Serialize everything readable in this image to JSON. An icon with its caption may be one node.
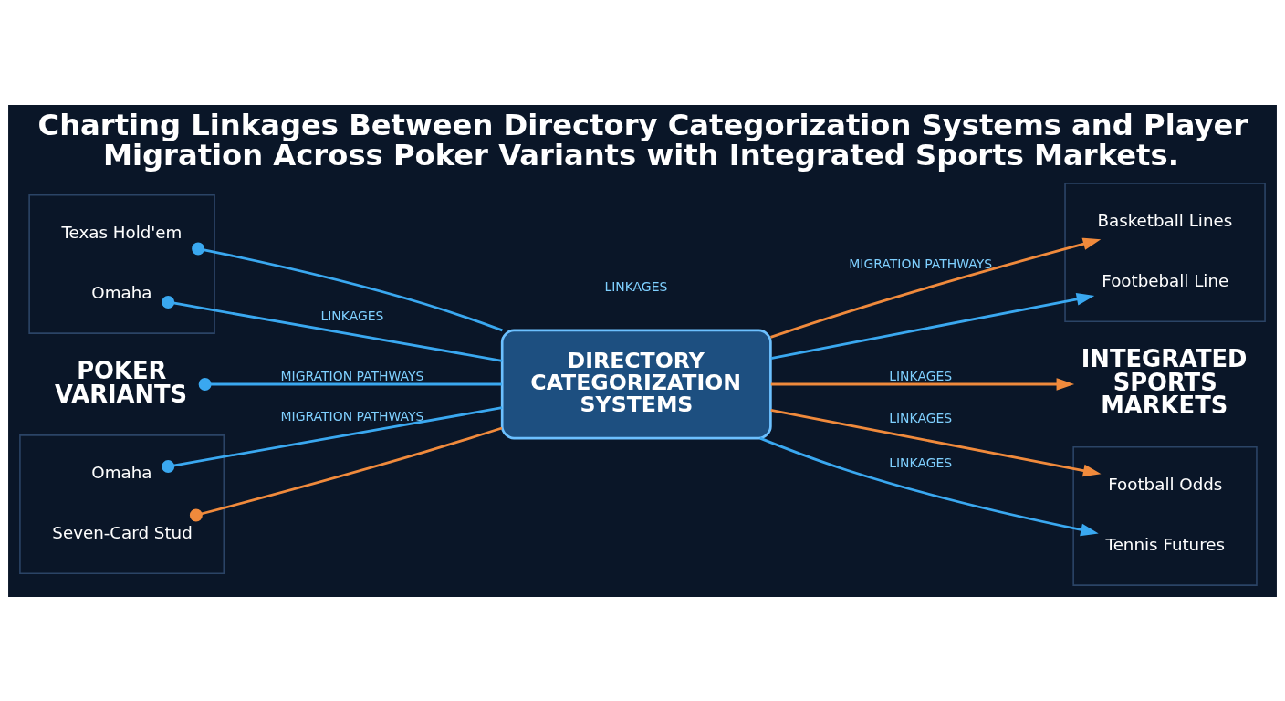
{
  "diagram": {
    "title": "Charting Linkages Between Directory Categorization Systems and Player Migration Across Poker Variants with Integrated Sports Markets.",
    "nodes": [
      {
        "text": [],
        "shape": "box"
      },
      {
        "text": [
          "Texas Hold'em"
        ],
        "in": 0
      },
      {
        "text": [
          "Omaha"
        ],
        "in": 0
      },
      {
        "text": [
          "POKER VARIANTS"
        ]
      },
      {
        "text": [],
        "shape": "box"
      },
      {
        "text": [
          "Omaha"
        ],
        "in": 4
      },
      {
        "text": [
          "Seven-Card Stud"
        ],
        "in": 4
      },
      {
        "text": [
          "DIRECTORY CATEGORIZATION SYSTEMS"
        ]
      },
      {
        "text": [],
        "shape": "box"
      },
      {
        "text": [
          "Basketball Lines"
        ],
        "in": 8
      },
      {
        "text": [
          "Footbeball Line"
        ],
        "in": 8
      },
      {
        "text": [
          "INTEGRATED SPORTS MARKETS"
        ]
      },
      {
        "text": [],
        "shape": "box"
      },
      {
        "text": [
          "Football Odds"
        ],
        "in": 12
      },
      {
        "text": [
          "Tennis Futures"
        ],
        "in": 12
      }
    ],
    "edges": [
      {
        "from": 1,
        "to": 7,
        "arrow": "other"
      },
      {
        "from": 2,
        "to": 7,
        "arrow": "other",
        "label": "LINKAGES"
      },
      {
        "from": 3,
        "to": 7,
        "arrow": "other",
        "label": "MIGRATION PATHWAYS"
      },
      {
        "from": 5,
        "to": 7,
        "arrow": "other",
        "label": "MIGRATION PATHWAYS"
      },
      {
        "from": 6,
        "to": 7,
        "arrow": "other",
        "color": "#f08a3c"
      },
      {
        "from": 7,
        "to": 9,
        "arrow": "to",
        "label": "MIGRATION PATHWAYS",
        "color": "#f08a3c"
      },
      {
        "from": 7,
        "to": 10,
        "arrow": "to"
      },
      {
        "from": 7,
        "to": 11,
        "arrow": "to",
        "label": "LINKAGES",
        "color": "#f08a3c"
      },
      {
        "from": 7,
        "to": 13,
        "arrow": "to",
        "label": "LINKAGES",
        "color": "#f08a3c"
      },
      {
        "from": 7,
        "to": 14,
        "arrow": "to",
        "label": "LINKAGES"
      }
    ],
    "labels": [
      "LINKAGES"
    ]
  }
}
